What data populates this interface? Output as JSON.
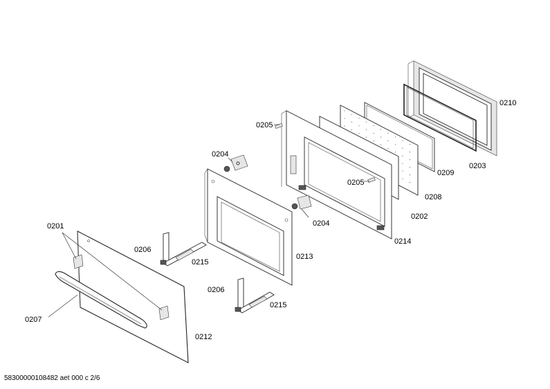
{
  "labels": {
    "l0201": "0201",
    "l0207": "0207",
    "l0212": "0212",
    "l0206a": "0206",
    "l0215a": "0215",
    "l0206b": "0206",
    "l0215b": "0215",
    "l0213": "0213",
    "l0204a": "0204",
    "l0204b": "0204",
    "l0205a": "0205",
    "l0205b": "0205",
    "l0214": "0214",
    "l0202": "0202",
    "l0208": "0208",
    "l0209": "0209",
    "l0203": "0203",
    "l0210": "0210"
  },
  "footer": "58300000108482 aet 000 c 2/6"
}
